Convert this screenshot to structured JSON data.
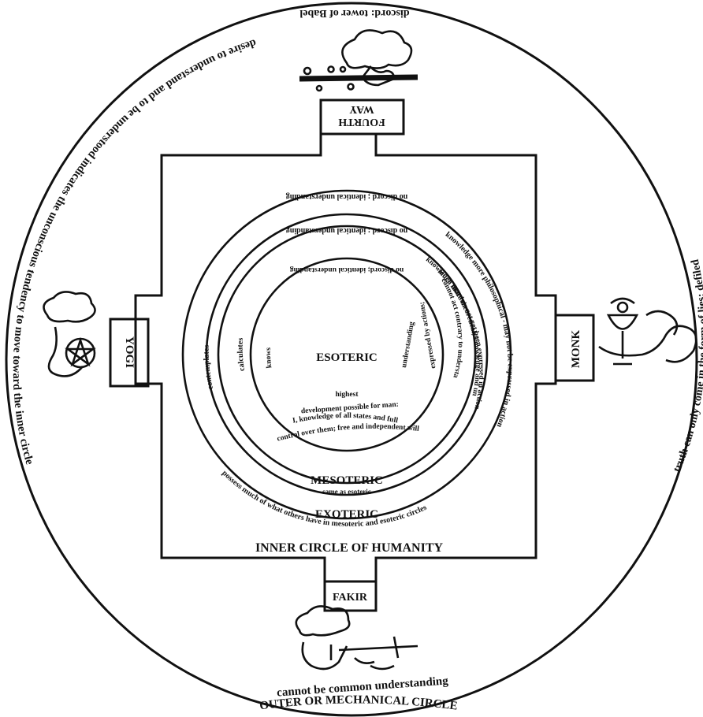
{
  "outer_ring": {
    "top": "discord: tower of Babel",
    "left": "desire to understand and to be understood indicates the unconscious tendency to move toward the inner circle",
    "right": "truth can only come in the form of lies; defiled",
    "bottom_line1": "cannot be common understanding",
    "bottom_line2": "OUTER OR MECHANICAL CIRCLE"
  },
  "gates": {
    "top_line1": "FOURTH",
    "top_line2": "WAY",
    "left": "YOGI",
    "right": "MONK",
    "bottom": "FAKIR"
  },
  "square_label": "INNER CIRCLE OF HUMANITY",
  "exoteric": {
    "title": "EXOTERIC",
    "top_arc": "no discord ; identical understanding",
    "left_arc": "contemplates",
    "bottom_arc": "possess much of what others have in mesoteric and esoteric circles",
    "right_arc": "knowledge more philosophical - may not be expressed in action"
  },
  "mesoteric": {
    "title": "MESOTERIC",
    "subtitle": "same as esoteric",
    "top_arc": "no discord ; identical understanding",
    "left_arc": "calculates",
    "right_arc1": "knowledge more theoretical; knowledge and understanding",
    "right_arc2": "much that has not yet been expressed in action"
  },
  "esoteric": {
    "title": "ESOTERIC",
    "top_arc": "no discord; identical understanding",
    "left_arc": "knows",
    "right_arc1": "understanding",
    "right_arc2": "expressed by actions;",
    "right_arc3": "cannot act contrary to understanding",
    "bottom_line1": "highest",
    "bottom_line2": "development possible for man:",
    "bottom_line3": "I, knowledge of all states and full",
    "bottom_line4": "control over them; free and independent will"
  },
  "colors": {
    "ink": "#111111",
    "paper": "#ffffff"
  },
  "icons": [
    "hand-with-branch-icon",
    "hand-with-pentacle-icon",
    "hand-with-chalice-icon",
    "hand-with-sword-icon"
  ]
}
